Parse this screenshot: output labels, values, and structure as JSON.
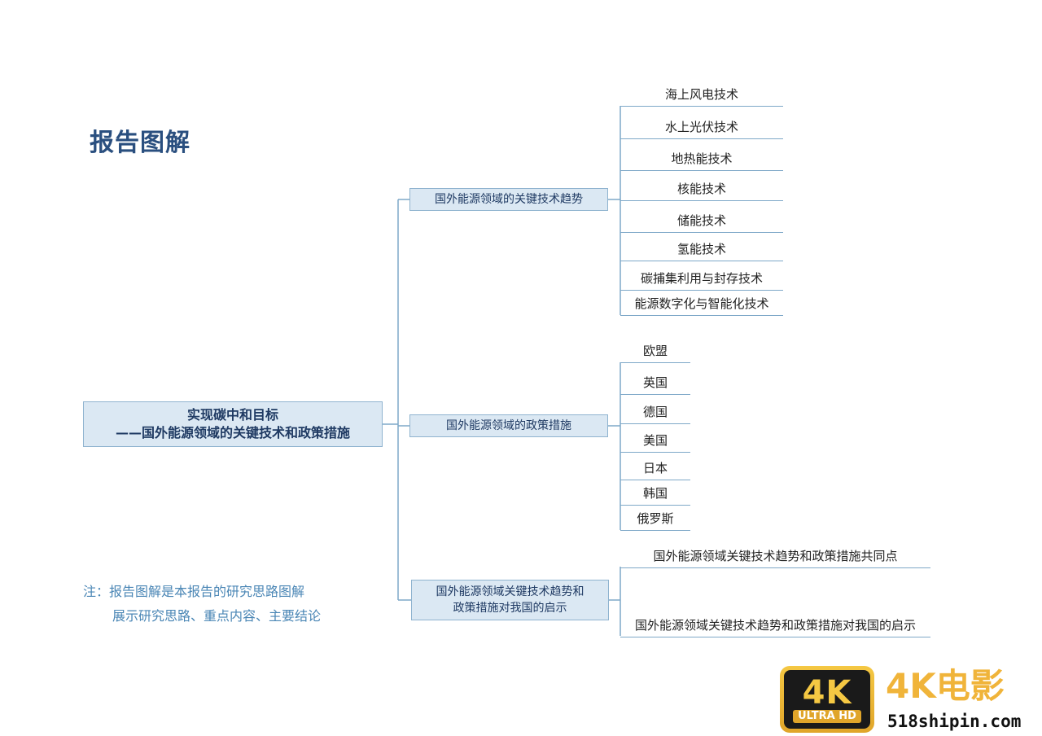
{
  "title": "报告图解",
  "root": {
    "line1": "实现碳中和目标",
    "line2": "——国外能源领域的关键技术和政策措施"
  },
  "branches": [
    {
      "label": "国外能源领域的关键技术趋势",
      "leaves": [
        "海上风电技术",
        "水上光伏技术",
        "地热能技术",
        "核能技术",
        "储能技术",
        "氢能技术",
        "碳捕集利用与封存技术",
        "能源数字化与智能化技术"
      ]
    },
    {
      "label": "国外能源领域的政策措施",
      "leaves": [
        "欧盟",
        "英国",
        "德国",
        "美国",
        "日本",
        "韩国",
        "俄罗斯"
      ]
    },
    {
      "label_line1": "国外能源领域关键技术趋势和",
      "label_line2": "政策措施对我国的启示",
      "leaves": [
        "国外能源领域关键技术趋势和政策措施共同点",
        "国外能源领域关键技术趋势和政策措施对我国的启示"
      ]
    }
  ],
  "note": {
    "line1": "注：报告图解是本报告的研究思路图解",
    "line2": "展示研究思路、重点内容、主要结论"
  },
  "watermark": {
    "badge_main": "4K",
    "badge_sub": "ULTRA HD",
    "brand": "4K电影",
    "site": "518shipin.com"
  },
  "colors": {
    "title": "#2a4f7f",
    "box_fill": "#dbe8f3",
    "box_border": "#8fb3cf",
    "connector": "#7ea8c8",
    "note": "#4a86b5",
    "brand": "#f0b43a"
  }
}
